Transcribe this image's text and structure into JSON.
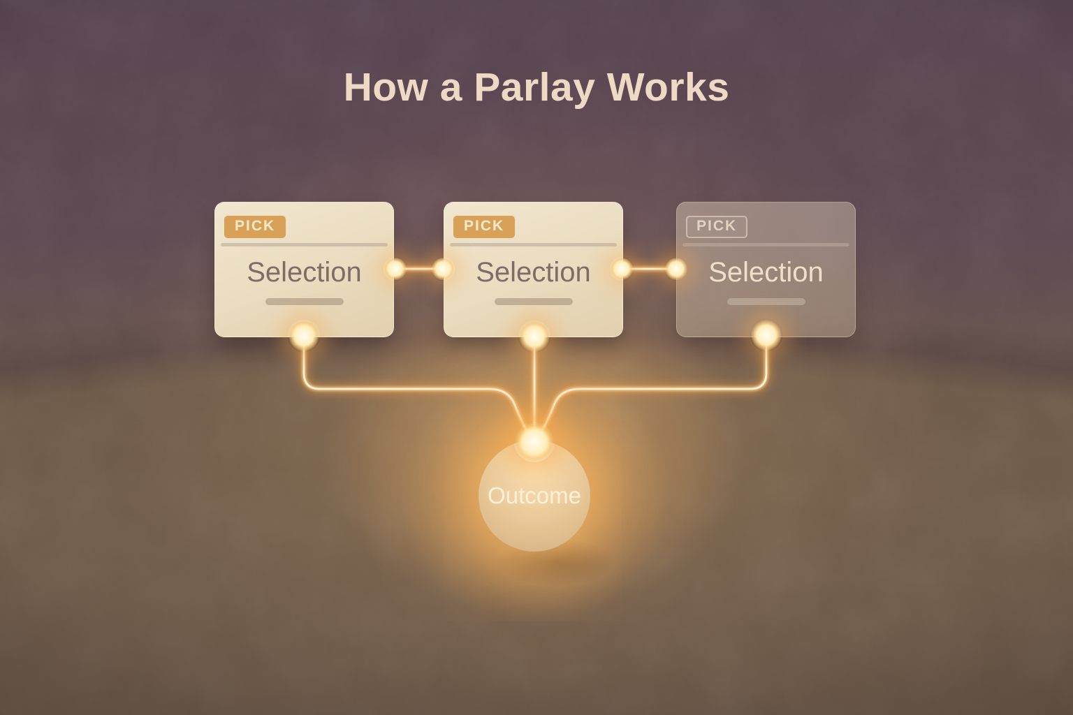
{
  "title": "How a Parlay Works",
  "cards": [
    {
      "badge": "PICK",
      "label": "Selection",
      "state": "active"
    },
    {
      "badge": "PICK",
      "label": "Selection",
      "state": "active"
    },
    {
      "badge": "PICK",
      "label": "Selection",
      "state": "ghost"
    }
  ],
  "outcome": {
    "label": "Outcome"
  },
  "colors": {
    "background_top": "#564350",
    "background_bottom": "#6b584a",
    "card_face": "#eadcbf",
    "badge_accent": "#d9a158",
    "glow_accent": "#ffcf92",
    "wire_core": "#fff4da",
    "title_text": "#edd9c4",
    "selection_text": "#7e6d66"
  }
}
